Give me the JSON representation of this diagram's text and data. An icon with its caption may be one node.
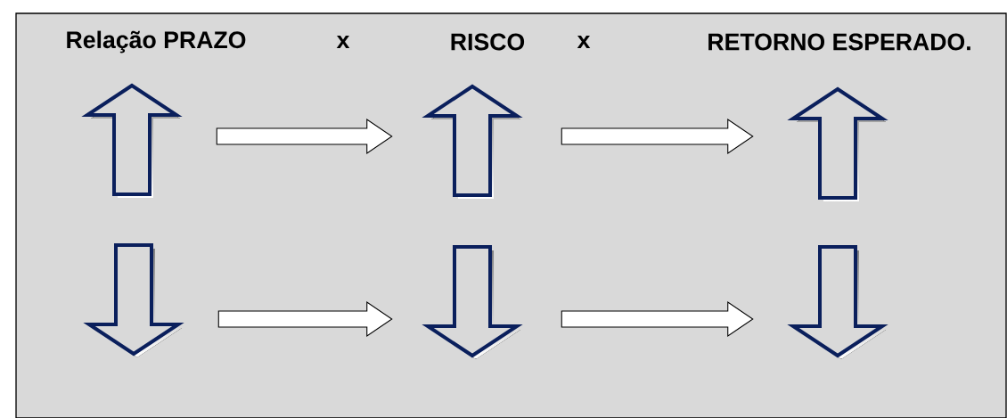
{
  "diagram": {
    "nodes": [
      {
        "text": [],
        "shape": "arrow"
      },
      {
        "text": [],
        "shape": "arrow"
      },
      {
        "text": [],
        "shape": "arrow"
      },
      {
        "text": [],
        "shape": "arrow"
      },
      {
        "text": [],
        "shape": "arrow"
      },
      {
        "text": [],
        "shape": "arrow"
      }
    ],
    "edges": [
      {
        "from": 0,
        "to": 1,
        "arrow": "to"
      },
      {
        "from": 1,
        "to": 2,
        "arrow": "to"
      },
      {
        "from": 3,
        "to": 4,
        "arrow": "to"
      },
      {
        "from": 4,
        "to": 5,
        "arrow": "to"
      }
    ],
    "labels": [
      "Relação PRAZO",
      "x",
      "RISCO",
      "x",
      "RETORNO ESPERADO."
    ]
  }
}
